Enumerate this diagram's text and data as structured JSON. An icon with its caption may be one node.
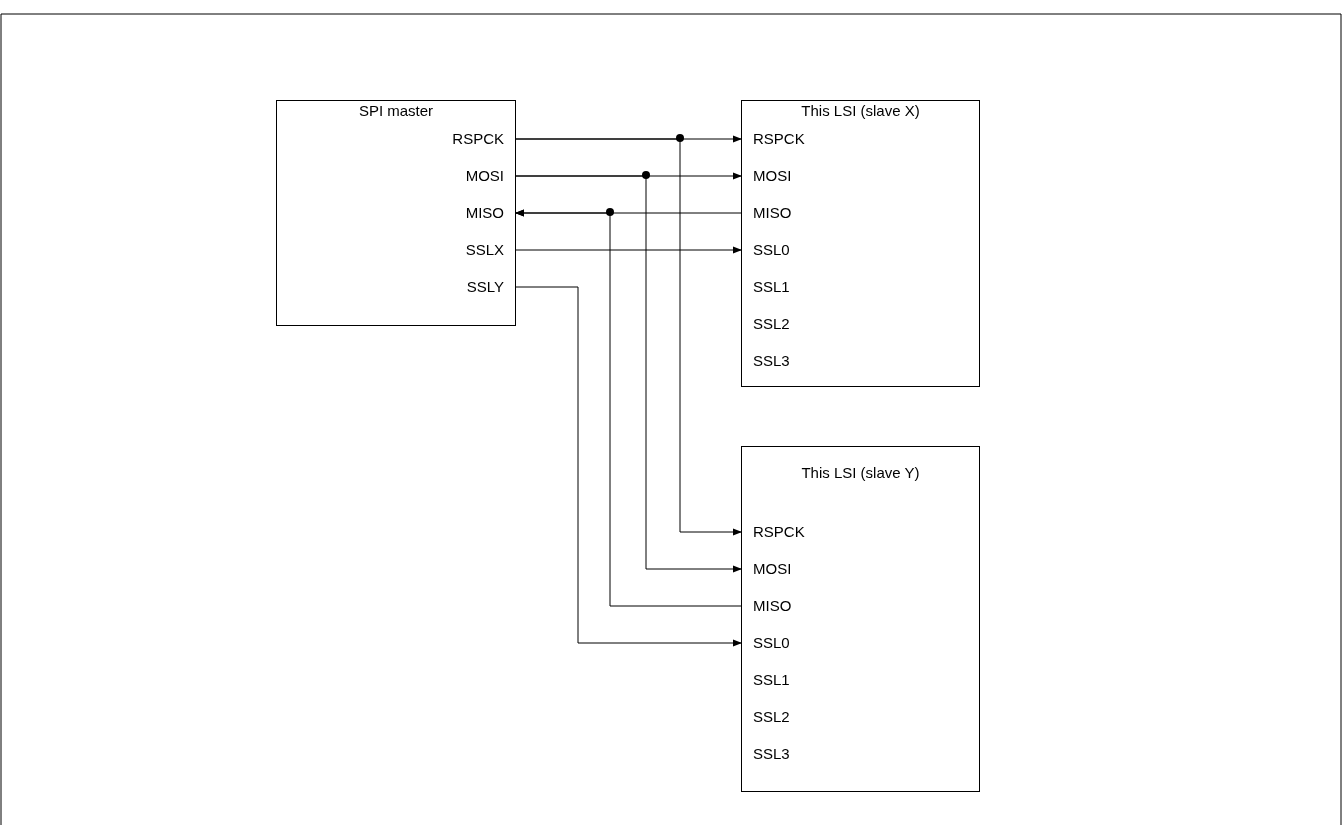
{
  "diagram": {
    "nodes": [
      {
        "text": [
          "SPI master"
        ]
      },
      {
        "text": [
          "RSPCK"
        ],
        "in": 0
      },
      {
        "text": [
          "MOSI"
        ],
        "in": 0
      },
      {
        "text": [
          "MISO"
        ],
        "in": 0
      },
      {
        "text": [
          "SSLX"
        ],
        "in": 0
      },
      {
        "text": [
          "SSLY"
        ],
        "in": 0
      },
      {
        "text": [
          "This LSI (slave X)"
        ]
      },
      {
        "text": [
          "RSPCK"
        ],
        "in": 6
      },
      {
        "text": [
          "MOSI"
        ],
        "in": 6
      },
      {
        "text": [
          "MISO"
        ],
        "in": 6
      },
      {
        "text": [
          "SSL0"
        ],
        "in": 6
      },
      {
        "text": [
          "SSL1"
        ],
        "in": 6
      },
      {
        "text": [
          "SSL2"
        ],
        "in": 6
      },
      {
        "text": [
          "SSL3"
        ],
        "in": 6
      },
      {
        "text": [
          "This LSI (slave Y)"
        ]
      },
      {
        "text": [
          "RSPCK"
        ],
        "in": 14
      },
      {
        "text": [
          "MOSI"
        ],
        "in": 14
      },
      {
        "text": [
          "MISO"
        ],
        "in": 14
      },
      {
        "text": [
          "SSL0"
        ],
        "in": 14
      },
      {
        "text": [
          "SSL1"
        ],
        "in": 14
      },
      {
        "text": [
          "SSL2"
        ],
        "in": 14
      },
      {
        "text": [
          "SSL3"
        ],
        "in": 14
      }
    ],
    "edges": [
      {
        "from": 1,
        "to": 7,
        "arrow": "to"
      },
      {
        "from": 1,
        "to": 15,
        "arrow": "to"
      },
      {
        "from": 2,
        "to": 8,
        "arrow": "to"
      },
      {
        "from": 2,
        "to": 16,
        "arrow": "to"
      },
      {
        "from": 9,
        "to": 3,
        "arrow": "to"
      },
      {
        "from": 17,
        "to": 3,
        "arrow": "to"
      },
      {
        "from": 4,
        "to": 10,
        "arrow": "to"
      },
      {
        "from": 5,
        "to": 18,
        "arrow": "to"
      }
    ]
  }
}
